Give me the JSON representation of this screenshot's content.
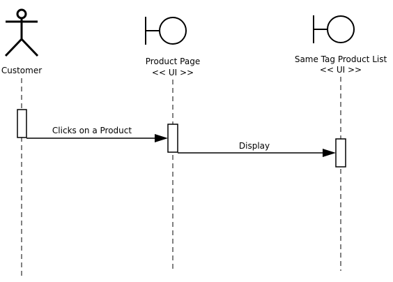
{
  "participants": [
    {
      "id": "customer",
      "kind": "actor",
      "name": "Customer",
      "stereotype": ""
    },
    {
      "id": "product-page",
      "kind": "boundary",
      "name": "Product Page",
      "stereotype": "<< UI >>"
    },
    {
      "id": "same-tag-list",
      "kind": "boundary",
      "name": "Same Tag Product List",
      "stereotype": "<< UI >>"
    }
  ],
  "messages": [
    {
      "from": "customer",
      "to": "product-page",
      "label": "Clicks on a Product"
    },
    {
      "from": "product-page",
      "to": "same-tag-list",
      "label": "Display"
    }
  ]
}
